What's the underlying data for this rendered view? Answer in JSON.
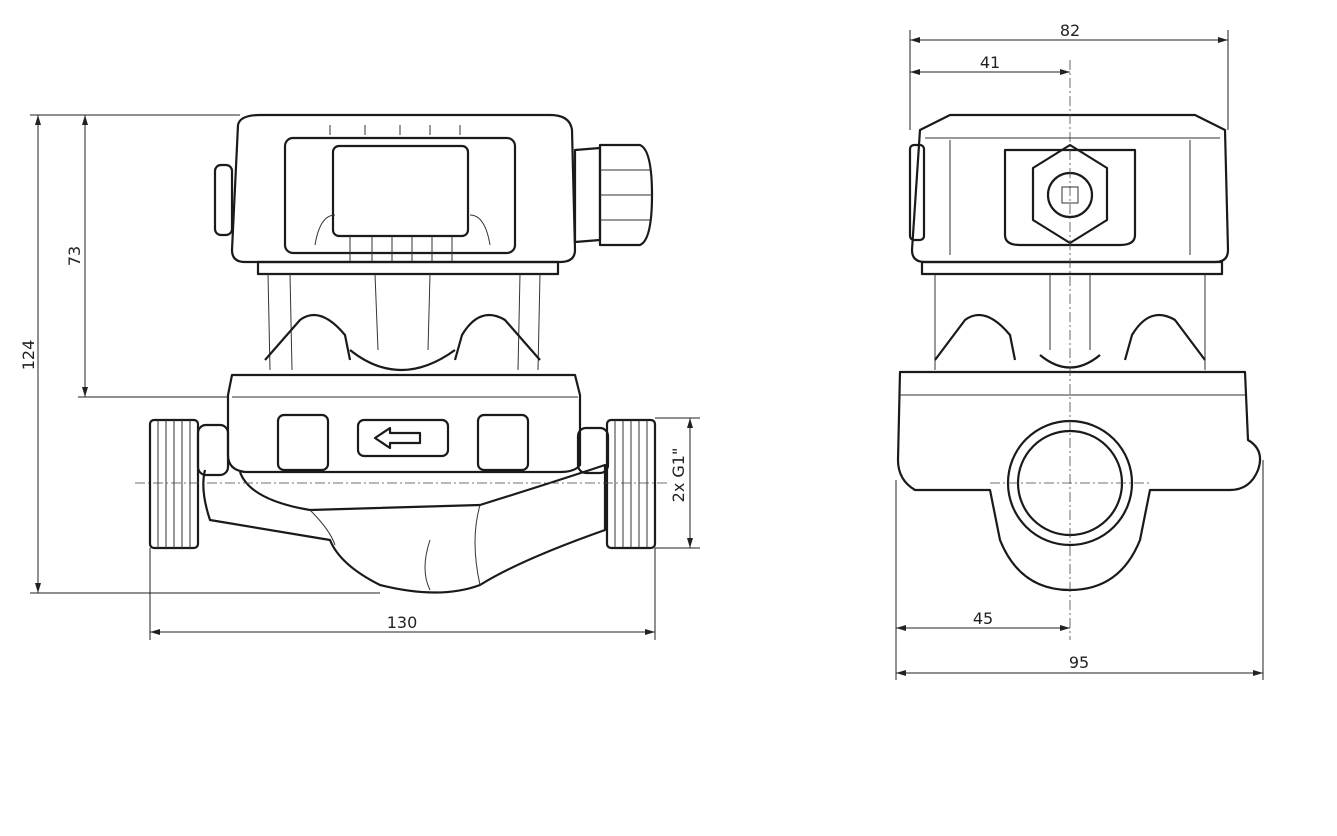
{
  "drawing": {
    "side_view": {
      "dim_total_height": "124",
      "dim_housing_height": "73",
      "dim_length": "130",
      "dim_thread": "2x G1\""
    },
    "front_view": {
      "dim_width": "82",
      "dim_half_width": "41",
      "dim_axis_offset": "45",
      "dim_depth": "95"
    }
  }
}
